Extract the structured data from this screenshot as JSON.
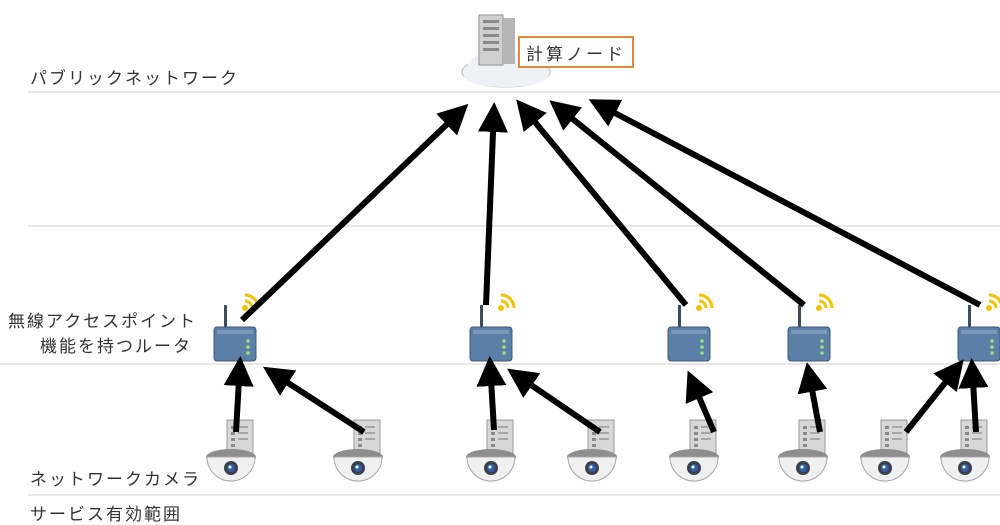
{
  "labels": {
    "public_network": "パブリックネットワーク",
    "compute_node": "計算ノード",
    "router_line1": "無線アクセスポイント",
    "router_line2": "機能を持つルータ",
    "network_camera": "ネットワークカメラ",
    "service_area": "サービス有効範囲"
  },
  "colors": {
    "highlight_border": "#e08a3c",
    "arrow": "#000000",
    "divider": "#cfcfcf",
    "wifi": "#f2c200",
    "router_body": "#5b7fa6",
    "camera_eye": "#2f5fa6"
  },
  "icons": {
    "server": "server-icon",
    "cloud": "cloud-icon",
    "router": "wireless-router-icon",
    "camera": "dome-camera-icon",
    "wifi": "wifi-signal-icon"
  }
}
